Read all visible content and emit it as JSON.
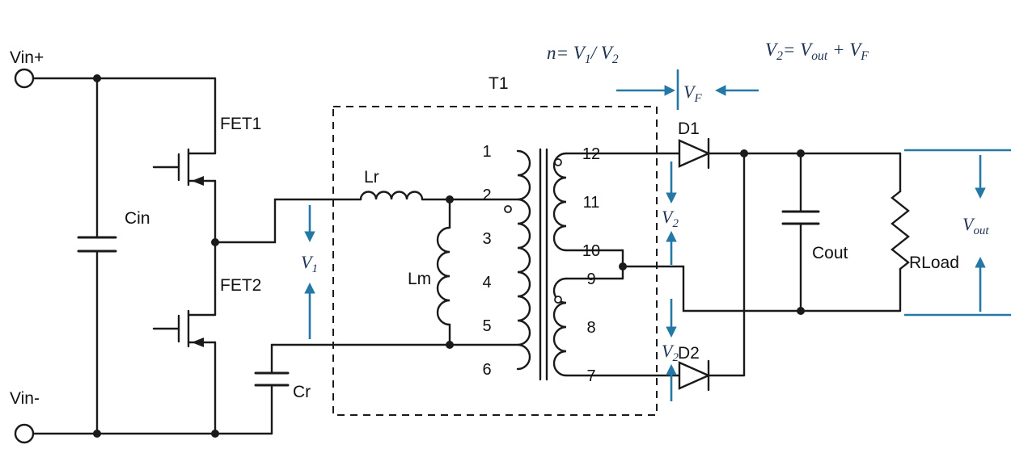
{
  "colors": {
    "wire": "#1a1a1a",
    "annotation": "#2478a6",
    "formula_text": "#1e3252",
    "background": "#ffffff"
  },
  "terminals": {
    "vin_plus": "Vin+",
    "vin_minus": "Vin-"
  },
  "components": {
    "cin": "Cin",
    "fet1": "FET1",
    "fet2": "FET2",
    "cr": "Cr",
    "lr": "Lr",
    "lm": "Lm",
    "transformer": "T1",
    "d1": "D1",
    "d2": "D2",
    "cout": "Cout",
    "rload": "RLoad"
  },
  "transformer_pins": {
    "primary": [
      "1",
      "2",
      "3",
      "4",
      "5",
      "6"
    ],
    "secondary": [
      "12",
      "11",
      "10",
      "9",
      "8",
      "7"
    ]
  },
  "annotations": {
    "v1": [
      {
        "t": "V"
      },
      {
        "t": "1",
        "sub": true
      }
    ],
    "v2_upper": [
      {
        "t": "V"
      },
      {
        "t": "2",
        "sub": true
      }
    ],
    "v2_lower": [
      {
        "t": "V"
      },
      {
        "t": "2",
        "sub": true
      }
    ],
    "vf": [
      {
        "t": "V"
      },
      {
        "t": "F",
        "sub": true
      }
    ],
    "vout": [
      {
        "t": "V"
      },
      {
        "t": "out",
        "sub": true
      }
    ]
  },
  "formulas": {
    "turns_ratio": [
      {
        "t": "n"
      },
      {
        "t": "= "
      },
      {
        "t": "V"
      },
      {
        "t": "1",
        "sub": true
      },
      {
        "t": "/ "
      },
      {
        "t": "V"
      },
      {
        "t": "2",
        "sub": true
      }
    ],
    "output_voltage": [
      {
        "t": "V"
      },
      {
        "t": "2",
        "sub": true
      },
      {
        "t": "= "
      },
      {
        "t": "V"
      },
      {
        "t": "out",
        "sub": true
      },
      {
        "t": " + "
      },
      {
        "t": "V"
      },
      {
        "t": "F",
        "sub": true
      }
    ]
  }
}
